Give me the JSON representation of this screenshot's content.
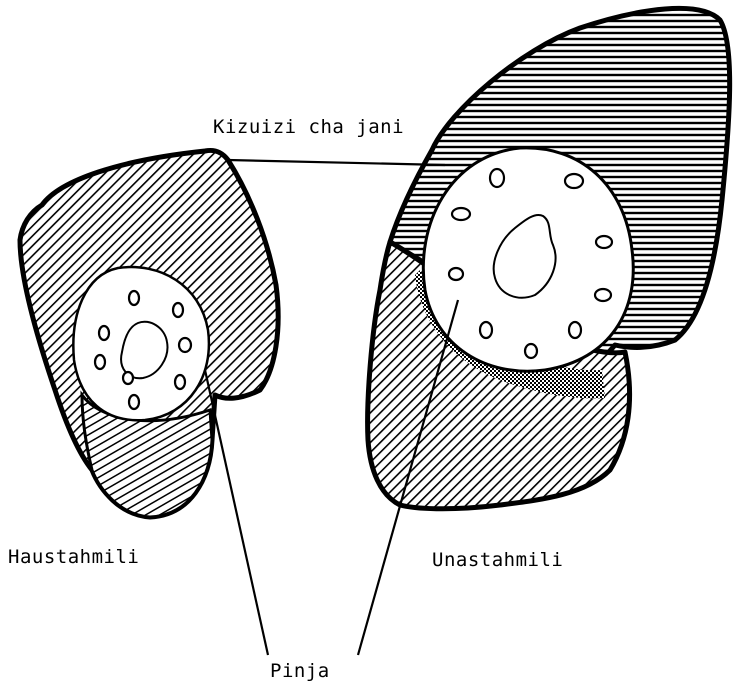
{
  "labels": {
    "leaf_scar": "Kizuizi cha jani",
    "intolerant": "Haustahmili",
    "tolerant": "Unastahmili",
    "pith": "Pinja"
  },
  "colors": {
    "ink": "#000000",
    "paper": "#ffffff"
  }
}
